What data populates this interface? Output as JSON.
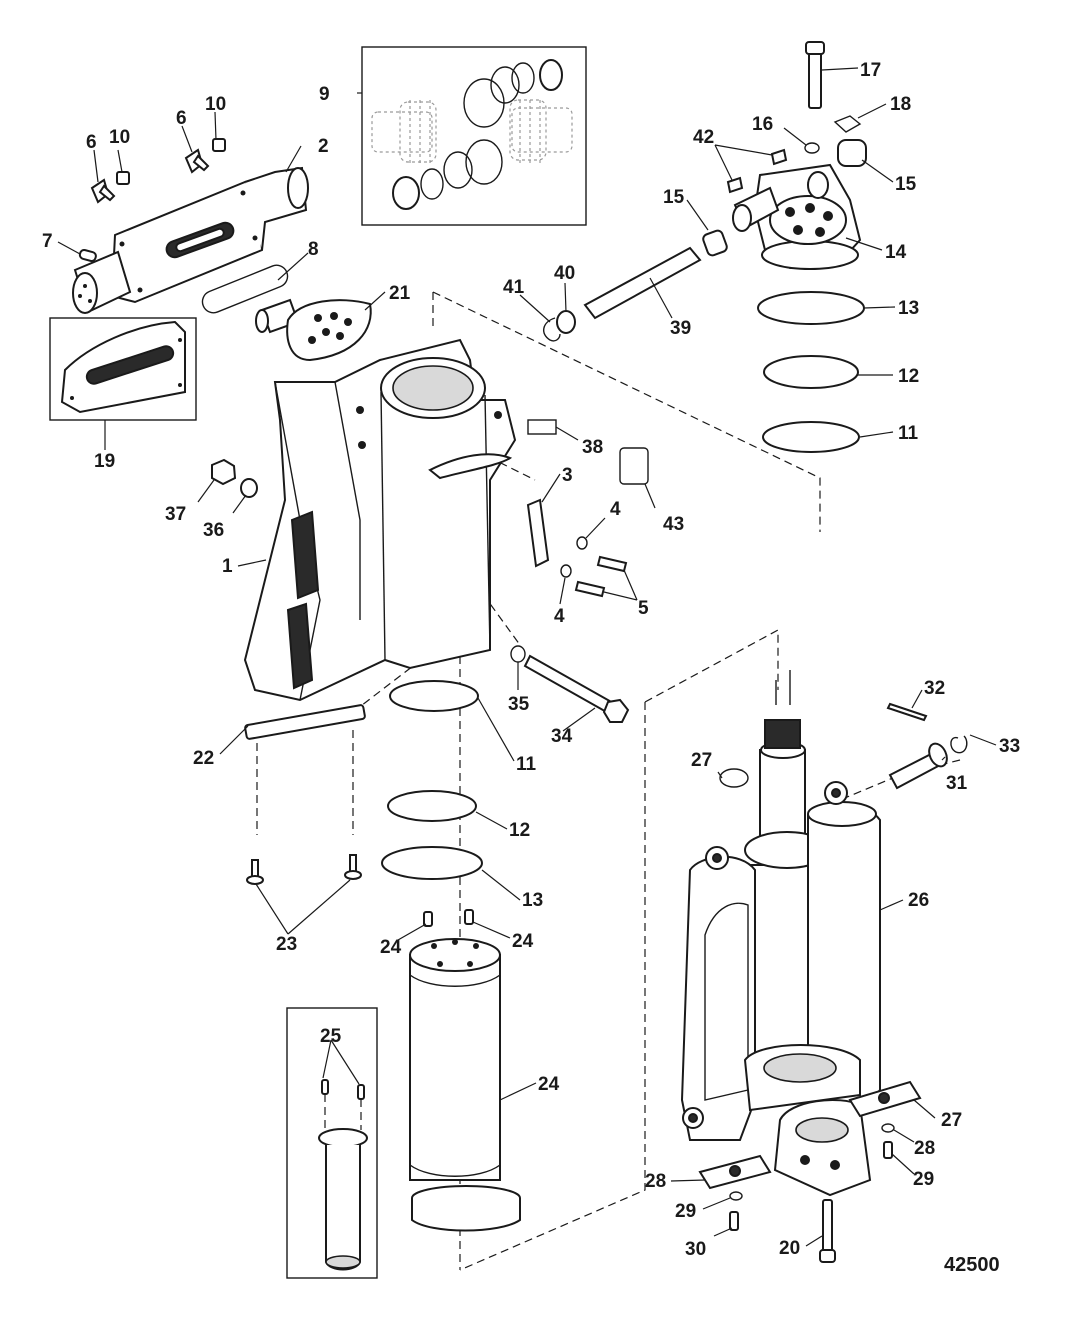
{
  "diagram": {
    "figure_number": "42500",
    "callouts": [
      "1",
      "2",
      "3",
      "4",
      "4",
      "5",
      "6",
      "6",
      "7",
      "8",
      "9",
      "10",
      "10",
      "11",
      "11",
      "12",
      "12",
      "13",
      "13",
      "14",
      "15",
      "15",
      "16",
      "17",
      "18",
      "19",
      "20",
      "21",
      "22",
      "23",
      "24",
      "24",
      "24",
      "25",
      "26",
      "27",
      "27",
      "28",
      "28",
      "29",
      "29",
      "30",
      "31",
      "32",
      "33",
      "34",
      "35",
      "36",
      "37",
      "38",
      "39",
      "40",
      "41",
      "42",
      "43"
    ]
  }
}
